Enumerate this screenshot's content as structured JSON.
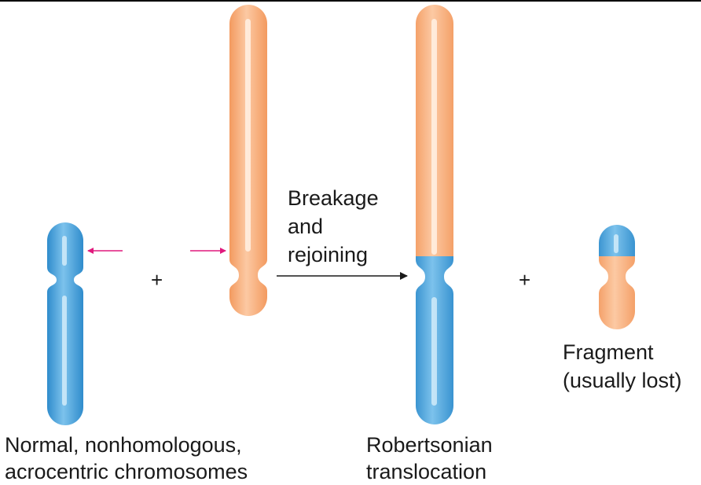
{
  "labels": {
    "normal_line1": "Normal, nonhomologous,",
    "normal_line2": "acrocentric chromosomes",
    "process_line1": "Breakage",
    "process_line2": "and",
    "process_line3": "rejoining",
    "result_line1": "Robertsonian",
    "result_line2": "translocation",
    "fragment_line1": "Fragment",
    "fragment_line2": "(usually lost)"
  },
  "operators": {
    "plus_left": "+",
    "plus_right": "+"
  },
  "colors": {
    "blue": "#3d9ad8",
    "blue_highlight": "#bfe3f7",
    "orange": "#f5a36e",
    "orange_highlight": "#fde0c8",
    "break_arrow": "#e0197d",
    "arrow": "#1a1a1a",
    "top_border": "#000000"
  }
}
